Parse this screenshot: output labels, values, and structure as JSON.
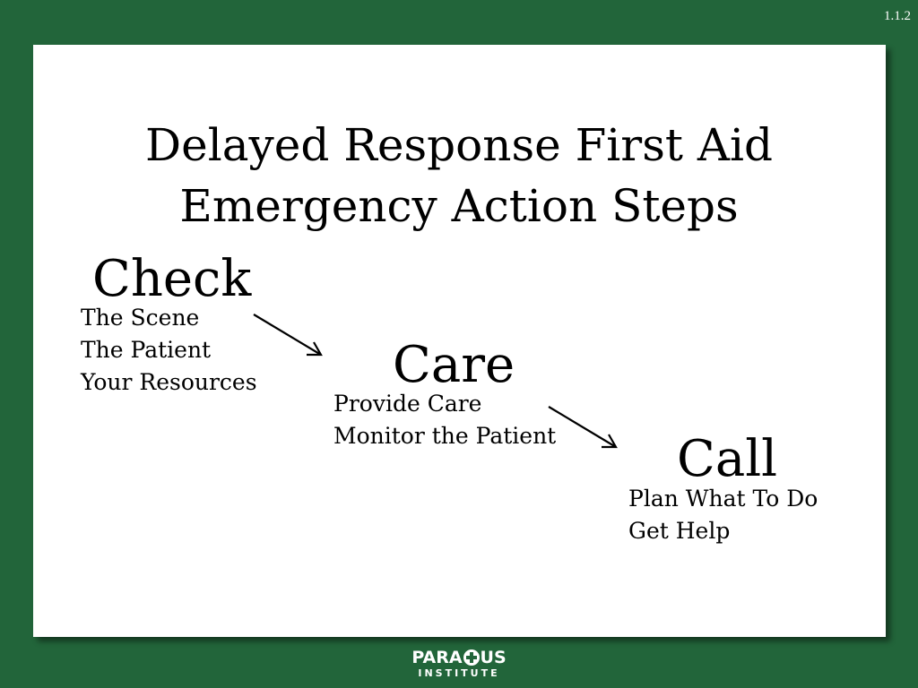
{
  "slide_number": "1.1.2",
  "title": {
    "line1": "Delayed Response First Aid",
    "line2": "Emergency Action Steps"
  },
  "steps": [
    {
      "heading": "Check",
      "items": [
        "The Scene",
        "The Patient",
        "Your Resources"
      ]
    },
    {
      "heading": "Care",
      "items": [
        "Provide Care",
        "Monitor the Patient"
      ]
    },
    {
      "heading": "Call",
      "items": [
        "Plan What To Do",
        "Get Help"
      ]
    }
  ],
  "logo": {
    "top_left": "PARA",
    "top_right": "US",
    "bottom": "INSTITUTE",
    "icon": "medical-cross-icon"
  },
  "colors": {
    "background": "#22653a",
    "panel": "#ffffff",
    "text": "#000000"
  }
}
